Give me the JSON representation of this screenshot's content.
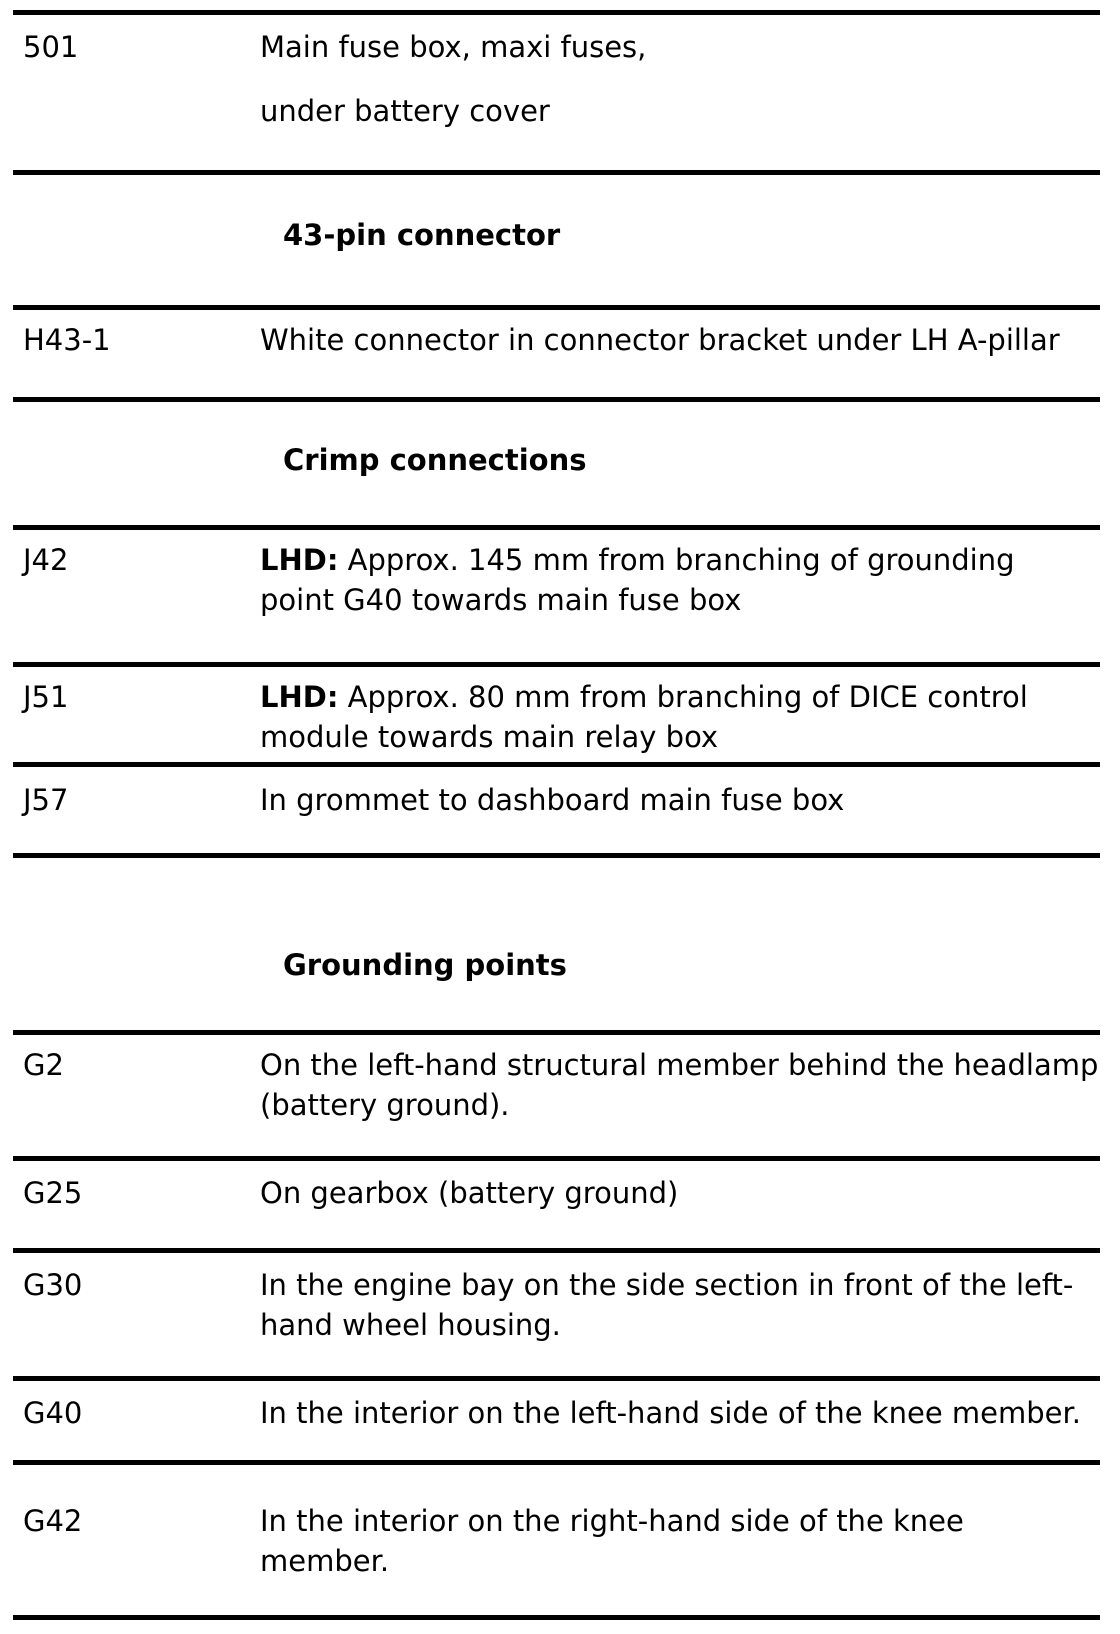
{
  "colors": {
    "background": "#ffffff",
    "text": "#000000",
    "rule": "#000000"
  },
  "blocks": [
    {
      "type": "row",
      "code": "501",
      "paragraphs": [
        "Main fuse box, maxi fuses,",
        "under battery cover"
      ]
    },
    {
      "type": "header",
      "title": "43-pin connector"
    },
    {
      "type": "row",
      "code": "H43-1",
      "text": "White connector in connector bracket under LH A-pillar"
    },
    {
      "type": "header",
      "title": "Crimp connections"
    },
    {
      "type": "row",
      "code": "J42",
      "bold_prefix": "LHD:",
      "text": "Approx. 145 mm from branching of grounding\npoint G40 towards main fuse box"
    },
    {
      "type": "row",
      "code": "J51",
      "bold_prefix": "LHD:",
      "text": "Approx. 80 mm from branching of DICE control\nmodule towards main relay box"
    },
    {
      "type": "row",
      "code": "J57",
      "text": "In grommet to dashboard main fuse box"
    },
    {
      "type": "header",
      "title": "Grounding points"
    },
    {
      "type": "row",
      "code": "G2",
      "text": "On the left-hand structural member behind the headlamp\n(battery ground)."
    },
    {
      "type": "row",
      "code": "G25",
      "text": "On gearbox (battery ground)"
    },
    {
      "type": "row",
      "code": "G30",
      "text": "In the engine bay on the side section in front of the left-\nhand wheel housing."
    },
    {
      "type": "row",
      "code": "G40",
      "text": "In the interior on the left-hand side of the knee member."
    },
    {
      "type": "row",
      "code": "G42",
      "text": "In the interior on the right-hand side of the knee\nmember."
    }
  ]
}
